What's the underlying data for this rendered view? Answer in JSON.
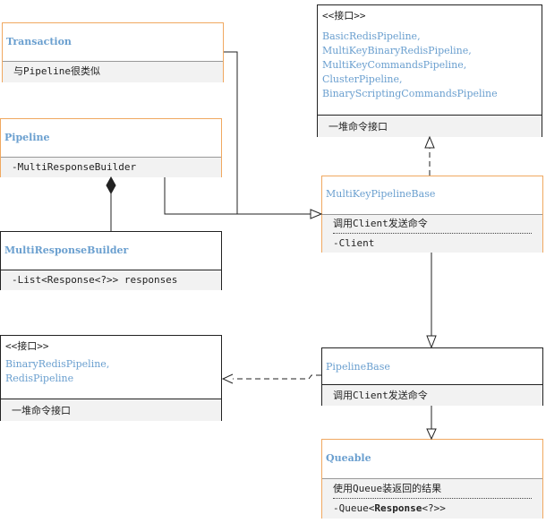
{
  "transaction": {
    "name": "Transaction",
    "members": [
      "与Pipeline很类似"
    ]
  },
  "pipeline": {
    "name": "Pipeline",
    "members": [
      "-MultiResponseBuilder"
    ]
  },
  "multi_response_builder": {
    "name": "MultiResponseBuilder",
    "members": [
      "-List<Response<?>> responses"
    ]
  },
  "iface_top": {
    "stereotype": "<<接口>>",
    "names": [
      "BasicRedisPipeline,",
      "MultiKeyBinaryRedisPipeline,",
      "MultiKeyCommandsPipeline,",
      "ClusterPipeline,",
      "BinaryScriptingCommandsPipeline"
    ],
    "members": [
      "一堆命令接口"
    ]
  },
  "multikey_pipeline_base": {
    "name": "MultiKeyPipelineBase",
    "methods": [
      "调用Client发送命令"
    ],
    "fields": [
      "-Client"
    ]
  },
  "iface_left": {
    "stereotype": "<<接口>>",
    "names": [
      "BinaryRedisPipeline,",
      "RedisPipeline"
    ],
    "members": [
      "一堆命令接口"
    ]
  },
  "pipeline_base": {
    "name": "PipelineBase",
    "members": [
      "调用Client发送命令"
    ]
  },
  "queable": {
    "name": "Queable",
    "methods": [
      "使用Queue装返回的结果"
    ],
    "field": {
      "prefix": "-Queue<",
      "bold": "Response",
      "suffix": "<?>>"
    }
  },
  "colors": {
    "orange_border": "#f0a860",
    "class_name": "#6a9fcf",
    "section_fill": "#f2f2f2"
  }
}
